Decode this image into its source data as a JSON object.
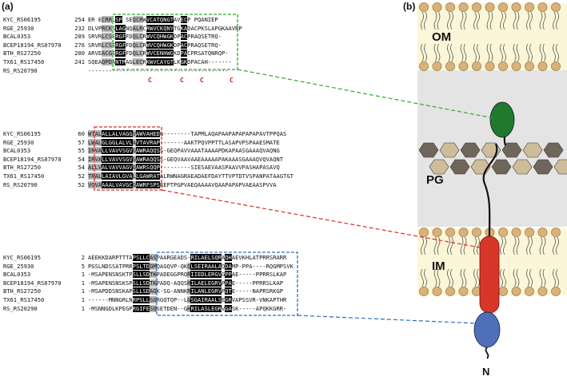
{
  "panel_a_label": "(a)",
  "panel_b_label": "(b)",
  "blocks": [
    {
      "rows": [
        {
          "name": "KYC_RS06195",
          "start": "254",
          "seq": "ER ECRRLSP SEQCRWVCATQNGTAVECP PQANIEP"
        },
        {
          "name": "RGE_25930",
          "start": "232",
          "seq": "DLVPRCKSLAGNQALRCRWVCKQNYTGKADACPKSLAPGKAAVRP"
        },
        {
          "name": "BCAL0353",
          "start": "289",
          "seq": "SRVRLCSERGFFDQLCRWVCQHWGKDPACPRAQSETRQ-"
        },
        {
          "name": "BCEP18194_RS07970",
          "start": "276",
          "seq": "SRVRLCSERGFFDQLCRWVCQHWGKDPACPRAQSETRQ-"
        },
        {
          "name": "BTH_RS27250",
          "start": "280",
          "seq": "ARVEACGERGFFDQLCRWVCENHWGKDPACPRSATQNRQP-"
        },
        {
          "name": "TX61_RS17450",
          "start": "241",
          "seq": "SQEAQPDANTMAGLECRKWVCAYGTLKGKDPACAH-------"
        },
        {
          "name": "RS_RS20790",
          "start": "",
          "seq": "-----------------------------------------"
        }
      ],
      "cys_marks": [
        "C",
        "C",
        "C",
        "C"
      ]
    },
    {
      "rows": [
        {
          "name": "KYC_RS06195",
          "start": "60",
          "seq": "WTALALLALVAGGVAWVAHEDG--------TAPMLAQAPAAPAPAPAPAPAVTPPQAS"
        },
        {
          "name": "RGE_25930",
          "start": "57",
          "seq": "LWALGLGGLALVLAVTAVRAP-------AAKTPQVPPTTLASAPVPSPAAESMATE"
        },
        {
          "name": "BCAL0353",
          "start": "55",
          "seq": "IRVALLVAVVSGVGAWRAQQSS-GEQPAVVAAATAAAAPDKAPAASGAAAQVAQNG"
        },
        {
          "name": "BCEP18194_RS07970",
          "start": "54",
          "seq": "IRVALLVAVVSGVGAWRAQQSS-GEQVAAVAAEAAAAAPAKAAASGAAAQVQVAQNT"
        },
        {
          "name": "BTH_RS27250",
          "start": "54",
          "seq": "ALLVALVAVVAGVGAWRSQQP---------SIESAEVAASPAAVVPASHAPASAVQ"
        },
        {
          "name": "TX61_RS17450",
          "start": "52",
          "seq": "TRALLAIAVLGVALLGAWRATALRWNAGRAEADAEFDAYTTVPTDTVSPANPATAAGTGT"
        },
        {
          "name": "RS_RS20790",
          "start": "52",
          "seq": "VGVAAAALVAVGCGAWRFSPSREPTPGPVAEQAAAAVQAAPAPAPVAEAASPVVA"
        }
      ]
    },
    {
      "rows": [
        {
          "name": "KYC_RS06195",
          "start": "2",
          "seq": "AEEKKDARPTTTAPSLLCASPAARGEADS-RILAELSQRAQHAEVKHLATPRRSRARR"
        },
        {
          "name": "RGE_25930",
          "start": "5",
          "seq": "PGSLNDSSATPRRPSLTDGMQAGQVP-QKQLSEIRAALAQDAMP-PPA----RQGMPSVK"
        },
        {
          "name": "BCAL0353",
          "start": "1",
          "seq": "-MSAPENSNSKTPSLLSDTKPADEGGPRQRIIEDLERGVGPPAE-----PPRRSLKAP"
        },
        {
          "name": "BCEP18194_RS07970",
          "start": "1",
          "seq": "-MSAPENSNSKSPSLLSDTKPADQ-AQQSRILAELEGRVPPAE-----PPRRSLKAP"
        },
        {
          "name": "BTH_RS27250",
          "start": "1",
          "seq": "-MSAPDDSNSKAPSLLSDAGK-SG-ANNKRILANLEGRVPQTE-----NAPRSRKGP"
        },
        {
          "name": "TX61_RS17450",
          "start": "1",
          "seq": "------MNNGRLNRPSLLSGRGQTQP--LGSGAIRAALSEGRVAPSSVR-VNKAPTHR"
        },
        {
          "name": "RS_RS20290",
          "start": "1",
          "seq": "-MSNNGDLKPEGPRGIFESQSETDEN--GHRILASLEGRVGASK-----APQKKGRR-"
        }
      ]
    }
  ],
  "membrane_labels": {
    "om": "OM",
    "pg": "PG",
    "im": "IM",
    "n_terminus": "N"
  },
  "colors": {
    "green_box": "#2fa82f",
    "red_box": "#e02a2a",
    "blue_box": "#2a6fbf",
    "lipid_head": "#d8b27a",
    "bilayer_fill": "#fbf6d8",
    "periplasm": "#e4e4e4",
    "pg_light": "#cdbd9a",
    "pg_dark": "#6e665a",
    "domain_green": "#1f7a2e",
    "domain_red": "#d9362a",
    "domain_blue": "#4f6fb8"
  }
}
